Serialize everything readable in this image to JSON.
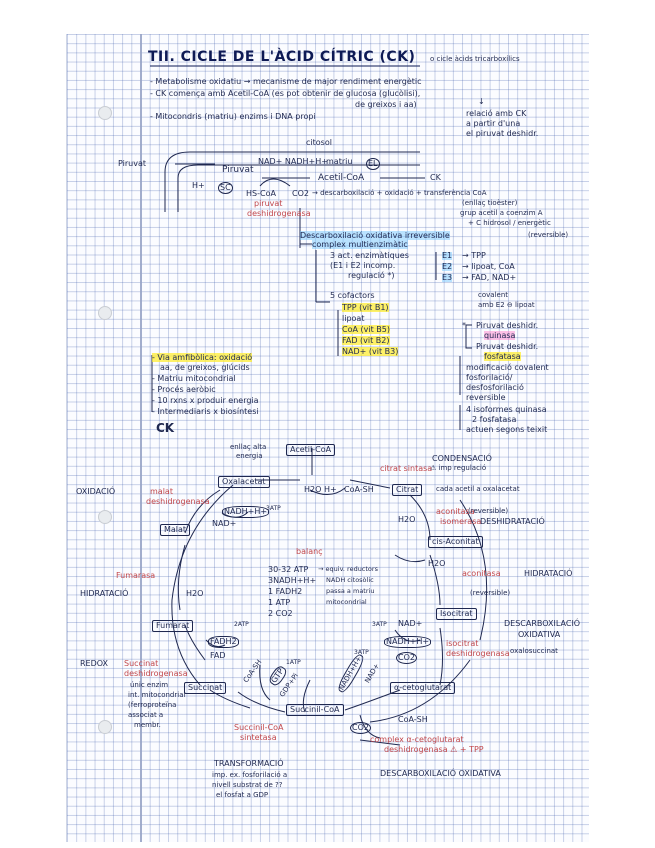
{
  "page": {
    "title": "TII. CICLE DE L'ÀCID CÍTRIC (CK)",
    "title_note": "o cicle àcids tricarboxílics"
  },
  "intro": {
    "l1": "- Metabolisme oxidatiu → mecanisme de major rendiment energètic",
    "l2": "- CK comença amb Acetil-CoA (es pot obtenir de glucosa (glucòlisi),",
    "l3": "de greixos i aa)",
    "l4": "- Mitocondris (matriu) enzims i DNA propi",
    "side1": "↓",
    "side2": "relació amb CK",
    "side3": "a partir d'una",
    "side4": "el piruvat deshidr."
  },
  "pdh": {
    "citosol": "citosol",
    "piruvat_left": "Piruvat",
    "piruvat": "Piruvat",
    "hplus": "H+",
    "sc": "SC",
    "reaction_top": "NAD+  NADH+H+",
    "matriu": "matriu",
    "el": "EL",
    "acetil": "Acetil-CoA",
    "ck": "CK",
    "hs_coa": "HS-CoA",
    "co2": "CO2",
    "piruvat_red": "piruvat",
    "deshidrogenasa": "deshidrogenasa",
    "descarbox": "→ descarboxilació + oxidació + transferència CoA",
    "enllac": "(enllaç tioèster)",
    "grup": "grup acetil a coenzim A",
    "c_hidrosol": "+ C hidrosol / energètic",
    "descarb_oxid": "Descarboxilació oxidativa irreversible",
    "reversible": "(reversible)",
    "complex": "complex multienzimàtic",
    "ac1": "3 act. enzimàtiques",
    "ac2": "(E1 i E2 incomp.",
    "ac3": "regulació *)",
    "e1": "E1",
    "e2": "E2",
    "e3": "E3",
    "tpp": "→ TPP",
    "lipoat_coa": "→ lipoat, CoA",
    "fad_nad": "→ FAD, NAD+",
    "cofactors": "5 cofactors",
    "cf1": "TPP (vit B1)",
    "cf2": "lipoat",
    "cf3": "CoA (vit B5)",
    "cf4": "FAD (vit B2)",
    "cf5": "NAD+ (vit B3)",
    "covalent": "covalent",
    "covalent2": "amb E2 ⊖ lipoat",
    "star": "*",
    "reg1": "Piruvat deshidr.",
    "reg2": "quinasa",
    "reg3": "Piruvat deshidr.",
    "reg4": "fosfatasa",
    "reg5": "modificació covalent",
    "reg6": "fosforilació/",
    "reg7": "desfosforilació",
    "reg8": "reversible",
    "reg9": "4 isoformes quinasa",
    "reg10": "2 fosfatasa",
    "reg11": "actuen segons teixit"
  },
  "ck_list": {
    "l1": "- Via amfibòlica: oxidació",
    "l2": "aa, de greixos, glúcids",
    "l3": "- Matriu mitocondrial",
    "l4": "- Procés aeròbic",
    "l5": "- 10 rxns x produir energia",
    "l6": "- Intermediaris x biosíntesi",
    "label": "CK"
  },
  "cycle": {
    "enllac_alta": "enllaç alta",
    "enllac_alta2": "energia",
    "acetil": "Acetil-CoA",
    "citrat_sintasa": "citrat sintasa",
    "imp_reg": "⚠ imp regulació",
    "condensacio": "CONDENSACIÓ",
    "oxalacetat": "Oxalacetat",
    "h2o_top": "H2O",
    "ht": "H+",
    "coa_sh": "CoA-SH",
    "citrat": "Citrat",
    "citrat_note": "cada acetil a oxalacetat",
    "oxidacio": "OXIDACIÓ",
    "malat_deh": "malat",
    "malat_deh2": "deshidrogenasa",
    "nadh1": "NADH+H+",
    "nad1": "NAD+",
    "atp1": "3ATP",
    "malat": "Malat",
    "aconitasa": "aconitasa",
    "reversible": "(reversible)",
    "h2o_r": "H2O",
    "isomerasa": "isomerasa",
    "deshidratacio": "DESHIDRATACIÓ",
    "cis_aconitat": "cis-Aconitat",
    "balanc": "balanç",
    "b1": "30-32 ATP",
    "b2": "3NADH+H+",
    "b3": "1 FADH2",
    "b4": "1 ATP",
    "b5": "2 CO2",
    "bn1": "→ equiv. reductors",
    "bn2": "NADH citosòlic",
    "bn3": "passa a matriu",
    "bn4": "mitocondrial",
    "fumarasa": "Fumarasa",
    "h2o_l": "H2O",
    "hidratacio_l": "HIDRATACIÓ",
    "h2o_r2": "H2O",
    "aconitasa2": "aconitasa",
    "hidrat2": "(reversible)",
    "hidratacio_r": "HIDRATACIÓ",
    "isocitrat": "Isocitrat",
    "fumarat": "Fumarat",
    "fadh2": "FADH2",
    "atp2": "2ATP",
    "fad": "FAD",
    "nad2": "NAD+",
    "nadh2": "NADH+H+",
    "co2_1": "CO2",
    "atp3": "3ATP",
    "isocitrat_deh": "isocitrat",
    "isocitrat_deh2": "deshidrogenasa",
    "oxalosuccinat": "oxalosuccinat",
    "descarb_oxid": "DESCARBOXILACIÓ",
    "descarb_oxid2": "OXIDATIVA",
    "redox": "REDOX",
    "succinat_deh": "Succinat",
    "succinat_deh2": "deshidrogenasa",
    "enz1": "únic enzim",
    "enz2": "int. mitocondrial",
    "enz3": "(ferroproteïna",
    "enz4": "associat a",
    "enz5": "membr.",
    "succinat": "Succinat",
    "coa_sh2": "CoA-SH",
    "gtp": "GTP",
    "gdp": "GDP+Pi",
    "atp4": "1ATP",
    "succinil": "Succinil-CoA",
    "alfa_kg": "α-cetoglutarat",
    "nad3": "NAD+",
    "nadh3": "NADH+H+",
    "atp5": "3ATP",
    "co2_2": "CO2",
    "coa_sh3": "CoA-SH",
    "succ_sintetasa": "Succinil-CoA",
    "succ_sintetasa2": "sintetasa",
    "complex_akg": "complex α-cetoglutarat",
    "complex_akg2": "deshidrogenasa ⚠ + TPP",
    "transformacio": "TRANSFORMACIÓ",
    "t1": "imp. ex. fosforilació a",
    "t2": "nivell substrat de ??",
    "t3": "el fosfat a GDP",
    "descarb_final": "DESCARBOXILACIÓ OXIDATIVA"
  }
}
